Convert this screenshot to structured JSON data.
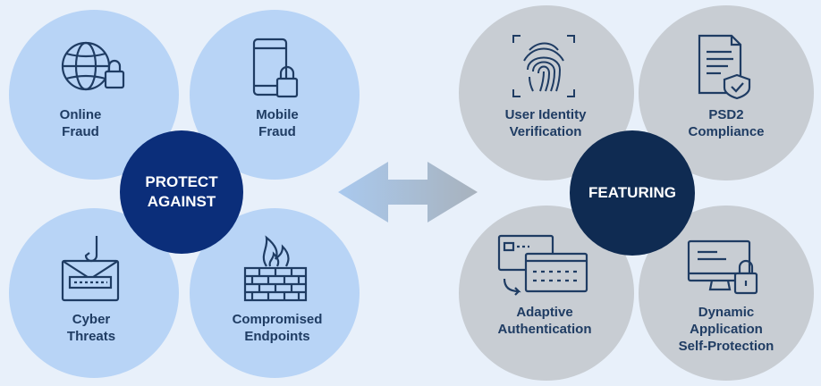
{
  "protect": {
    "center_label": [
      "PROTECT",
      "AGAINST"
    ],
    "items": [
      {
        "label": [
          "Online",
          "Fraud"
        ],
        "icon": "globe-lock-icon"
      },
      {
        "label": [
          "Mobile",
          "Fraud"
        ],
        "icon": "phone-lock-icon"
      },
      {
        "label": [
          "Cyber",
          "Threats"
        ],
        "icon": "phishing-icon"
      },
      {
        "label": [
          "Compromised",
          "Endpoints"
        ],
        "icon": "firewall-icon"
      }
    ]
  },
  "featuring": {
    "center_label": [
      "FEATURING"
    ],
    "items": [
      {
        "label": [
          "User Identity",
          "Verification"
        ],
        "icon": "fingerprint-icon"
      },
      {
        "label": [
          "PSD2",
          "Compliance"
        ],
        "icon": "document-shield-icon"
      },
      {
        "label": [
          "Adaptive",
          "Authentication"
        ],
        "icon": "cards-icon"
      },
      {
        "label": [
          "Dynamic",
          "Application",
          "Self-Protection"
        ],
        "icon": "monitor-lock-icon"
      }
    ]
  },
  "colors": {
    "background": "#e8f0fa",
    "left_circle": "#b8d4f6",
    "right_circle": "#c8cdd3",
    "left_center": "#0b2e7a",
    "right_center": "#0f2b52",
    "text": "#1f3c63"
  }
}
